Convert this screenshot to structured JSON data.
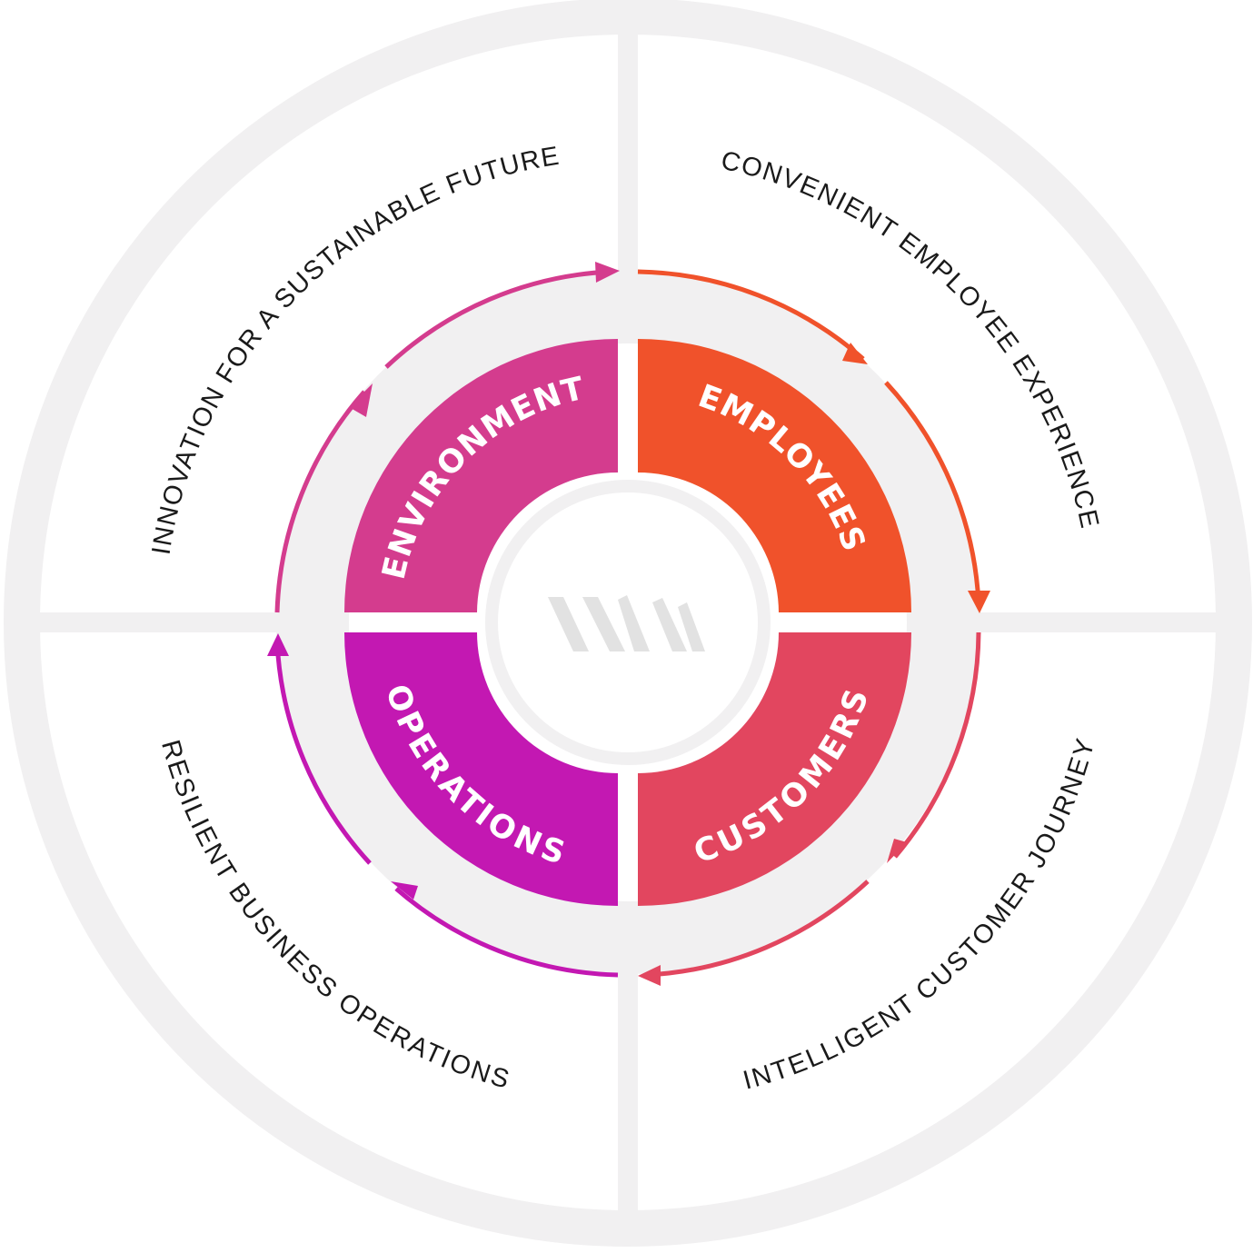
{
  "colors": {
    "frame": "#f1f0f1",
    "environment": "#d43c8e",
    "employees": "#f0522b",
    "customers": "#e2465f",
    "operations": "#c318b2",
    "logo": "#e2e2e2"
  },
  "center": {
    "logo_icon": "stylized-m-logo-icon"
  },
  "segments": {
    "environment": "ENVIRONMENT",
    "employees": "EMPLOYEES",
    "customers": "CUSTOMERS",
    "operations": "OPERATIONS"
  },
  "outer_labels": {
    "top_left": "INNOVATION FOR A SUSTAINABLE FUTURE",
    "top_right": "CONVENIENT EMPLOYEE EXPERIENCE",
    "bottom_right": "INTELLIGENT CUSTOMER JOURNEY",
    "bottom_left": "RESILIENT BUSINESS OPERATIONS"
  },
  "flow_direction": "clockwise"
}
